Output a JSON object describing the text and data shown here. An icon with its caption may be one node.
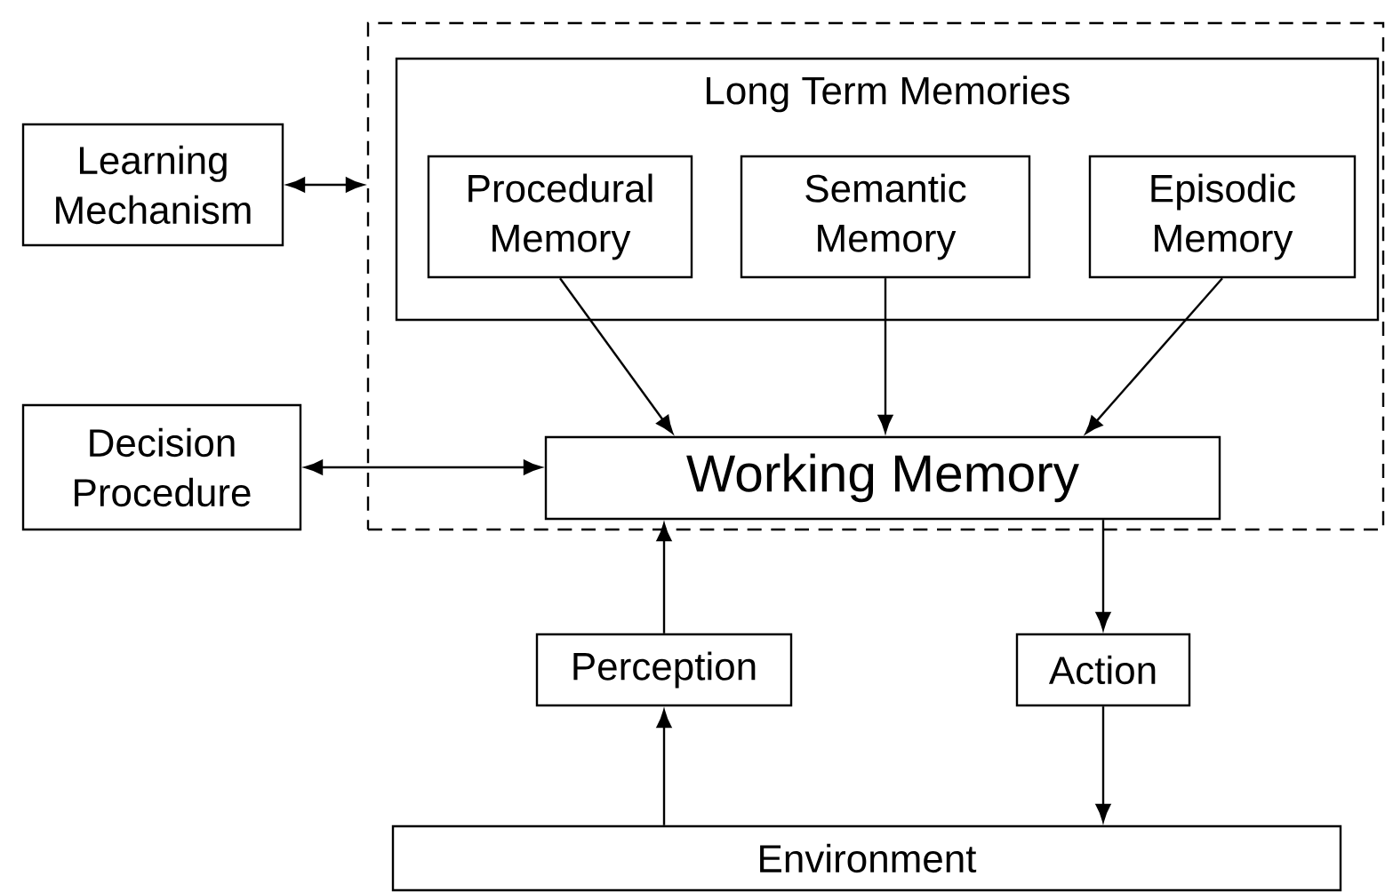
{
  "diagram": {
    "nodes": [
      {
        "text": [],
        "shape": "box"
      },
      {
        "text": [
          "Long Term Memories"
        ],
        "in": 0
      },
      {
        "text": [
          "Procedural Memory"
        ],
        "in": 1
      },
      {
        "text": [
          "Semantic Memory"
        ],
        "in": 1
      },
      {
        "text": [
          "Episodic Memory"
        ],
        "in": 1
      },
      {
        "text": [
          "Learning Mechanism"
        ]
      },
      {
        "text": [
          "Decision Procedure"
        ]
      },
      {
        "text": [
          "Working Memory"
        ],
        "in": 0
      },
      {
        "text": [
          "Perception"
        ]
      },
      {
        "text": [
          "Action"
        ]
      },
      {
        "text": [
          "Environment"
        ]
      }
    ],
    "edges": [
      {
        "from": 5,
        "to": 0,
        "arrow": "both"
      },
      {
        "from": 2,
        "to": 7,
        "arrow": "to"
      },
      {
        "from": 3,
        "to": 7,
        "arrow": "to"
      },
      {
        "from": 4,
        "to": 7,
        "arrow": "to"
      },
      {
        "from": 6,
        "to": 7,
        "arrow": "both"
      },
      {
        "from": 8,
        "to": 7,
        "arrow": "to"
      },
      {
        "from": 7,
        "to": 9,
        "arrow": "to"
      },
      {
        "from": 10,
        "to": 8,
        "arrow": "to"
      },
      {
        "from": 9,
        "to": 10,
        "arrow": "to"
      }
    ]
  }
}
